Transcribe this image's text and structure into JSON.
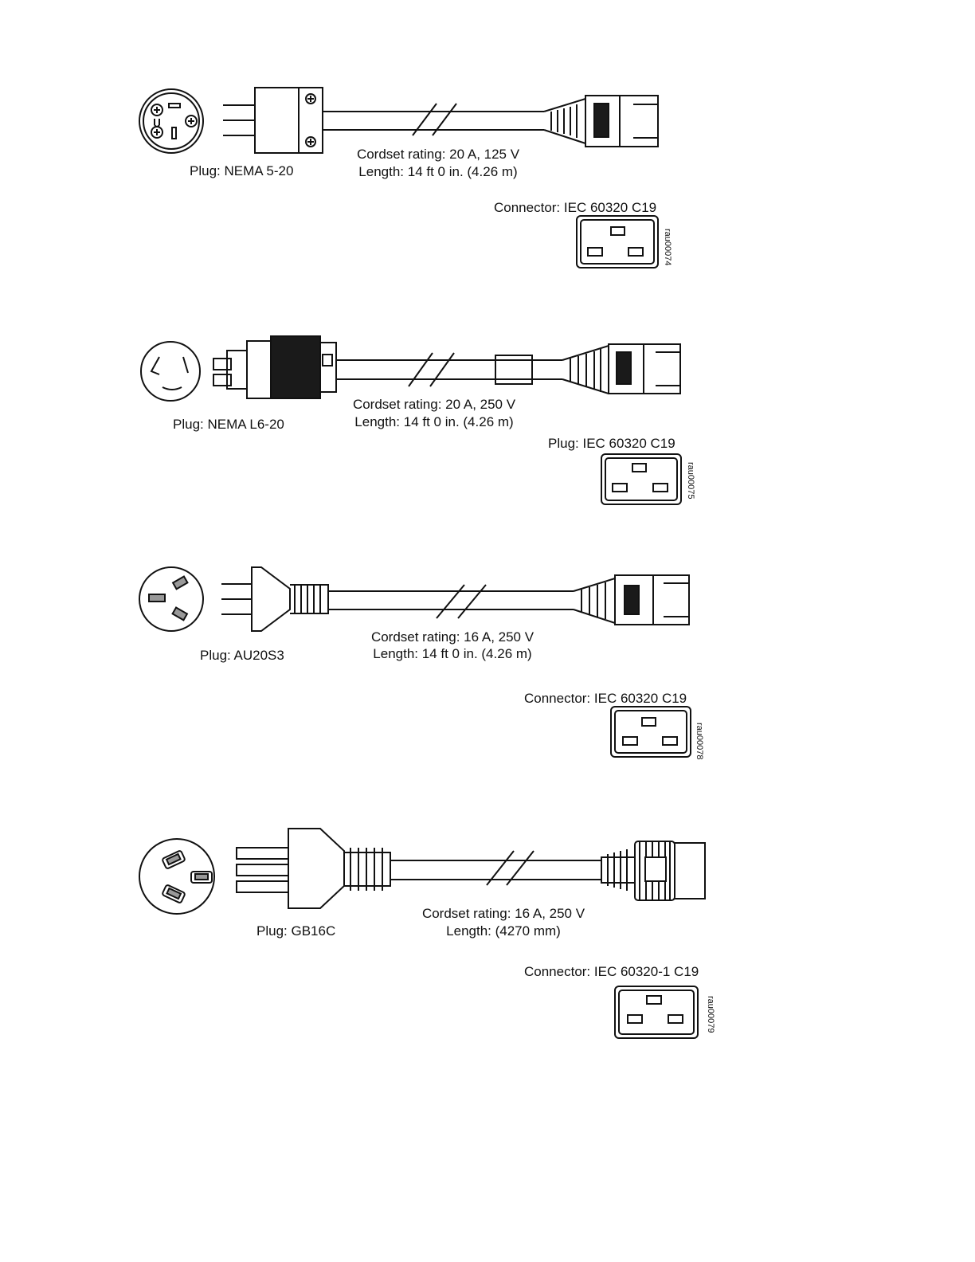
{
  "colors": {
    "line": "#111111",
    "fill_dark": "#1a1a1a",
    "background": "#ffffff"
  },
  "cords": [
    {
      "plug_label": "Plug: NEMA 5-20",
      "rating": "Cordset rating: 20 A, 125 V",
      "length": "Length: 14 ft 0 in. (4.26 m)",
      "connector_label": "Connector: IEC 60320 C19",
      "figure_id": "rau00074"
    },
    {
      "plug_label": "Plug: NEMA L6-20",
      "rating": "Cordset rating: 20 A, 250 V",
      "length": "Length: 14 ft 0 in. (4.26 m)",
      "connector_label": "Plug: IEC 60320 C19",
      "figure_id": "rau00075"
    },
    {
      "plug_label": "Plug: AU20S3",
      "rating": "Cordset rating: 16 A, 250 V",
      "length": "Length: 14 ft 0 in. (4.26 m)",
      "connector_label": "Connector: IEC 60320 C19",
      "figure_id": "rau00078"
    },
    {
      "plug_label": "Plug: GB16C",
      "rating": "Cordset rating: 16 A, 250 V",
      "length": "Length:  (4270 mm)",
      "connector_label": "Connector: IEC 60320-1 C19",
      "figure_id": "rau00079"
    }
  ]
}
